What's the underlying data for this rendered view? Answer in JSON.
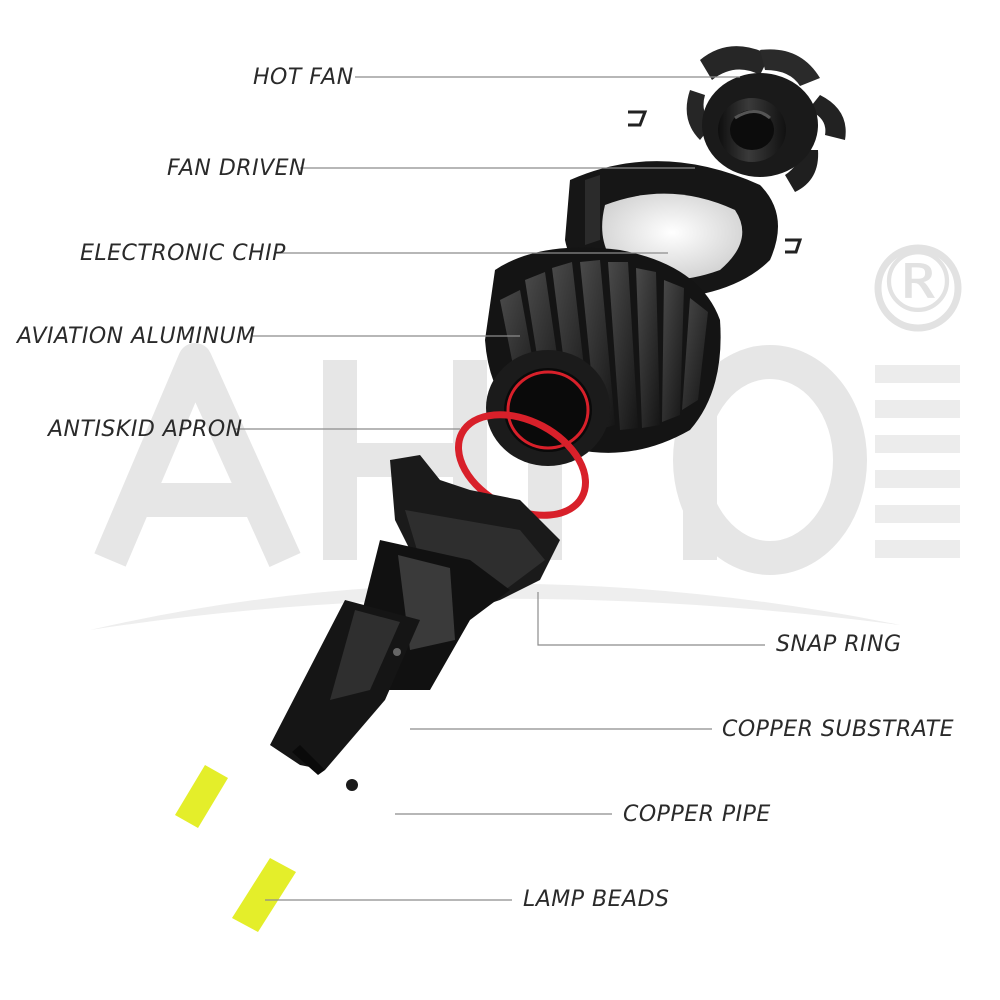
{
  "labels": {
    "hot_fan": "HOT FAN",
    "fan_driven": "FAN DRIVEN",
    "electronic_chip": "ELECTRONIC CHIP",
    "aviation_aluminum": "AVIATION ALUMINUM",
    "antiskid_apron": "ANTISKID APRON",
    "snap_ring": "SNAP RING",
    "copper_substrate": "COPPER SUBSTRATE",
    "copper_pipe": "COPPER PIPE",
    "lamp_beads": "LAMP BEADS"
  },
  "watermark": {
    "registered_symbol": "®"
  },
  "colors": {
    "body": "#1c1c1c",
    "antiskid_apron": "#d8202a",
    "lamp_beads": "#e4ee2a",
    "fan_driven_chip": "#f2e62a"
  }
}
